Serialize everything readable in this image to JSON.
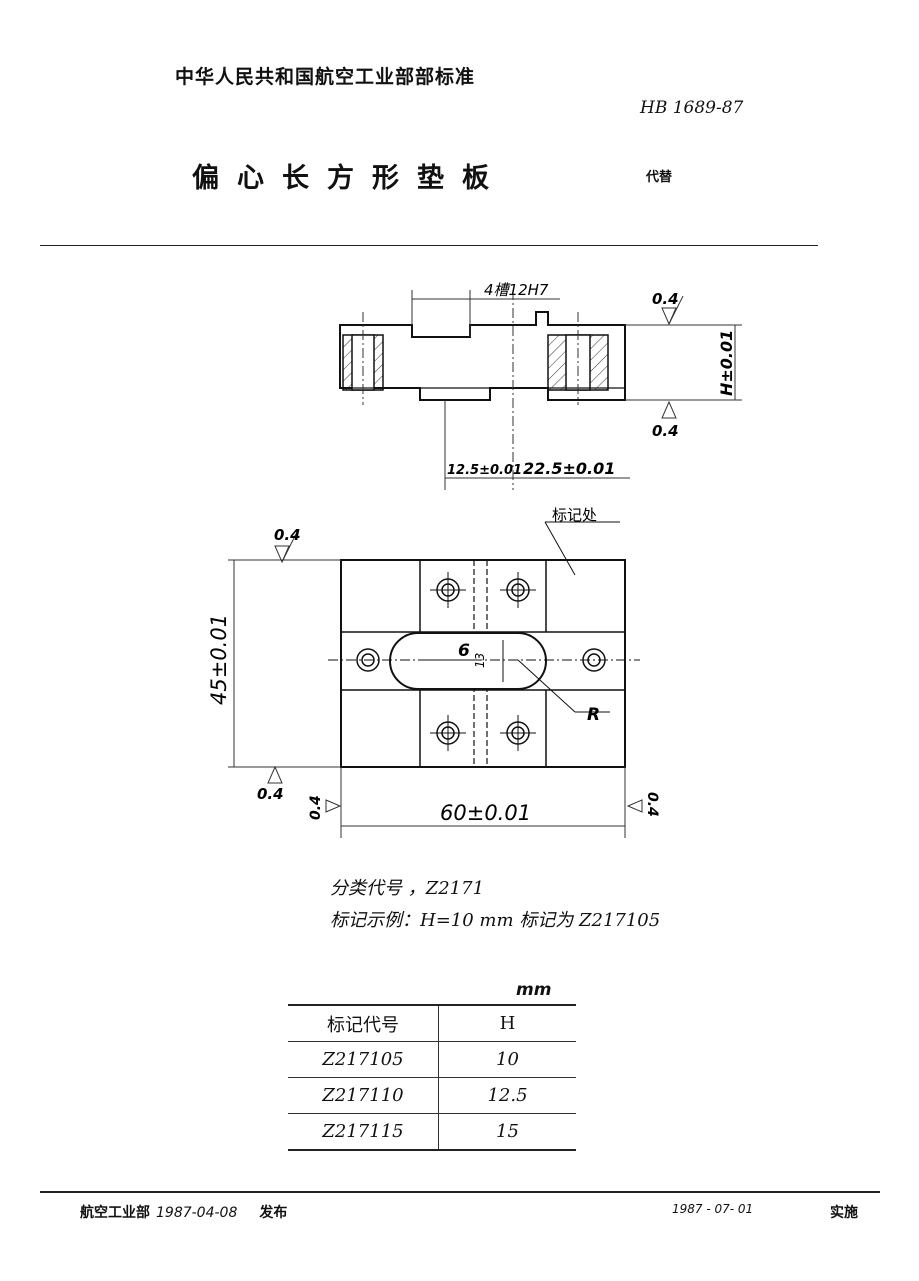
{
  "header": {
    "org": "中华人民共和国航空工业部部标准",
    "standard_code": "HB 1689-87",
    "title": "偏心长方形垫板",
    "replaces": "代替"
  },
  "drawing": {
    "top_view": {
      "slot_label": "4槽12H7",
      "roughness_top": "0.4",
      "roughness_bottom": "0.4",
      "height_dim": "H±0.01",
      "offset_dim_1": "12.5±0.01",
      "offset_dim_2": "22.5±0.01"
    },
    "plan_view": {
      "marking_label": "标记处",
      "roughness_top_left": "0.4",
      "roughness_bottom_left": "0.4",
      "roughness_left": "0.4",
      "roughness_right": "0.4",
      "height_dim": "45±0.01",
      "width_dim": "60±0.01",
      "slot_dim_6": "6",
      "slot_dim_13": "13",
      "radius_label": "R"
    }
  },
  "notes": {
    "classification": "分类代号 ，Z2171",
    "marking_example": "标记示例：H=10 mm    标记为  Z217105"
  },
  "table": {
    "unit": "mm",
    "headers": [
      "标记代号",
      "H"
    ],
    "rows": [
      [
        "Z217105",
        "10"
      ],
      [
        "Z217110",
        "12.5"
      ],
      [
        "Z217115",
        "15"
      ]
    ]
  },
  "footer": {
    "issuer": "航空工业部",
    "issue_date": "1987-04-08",
    "issue_label": "发布",
    "effective_date": "1987 - 07- 01",
    "effective_label": "实施"
  }
}
